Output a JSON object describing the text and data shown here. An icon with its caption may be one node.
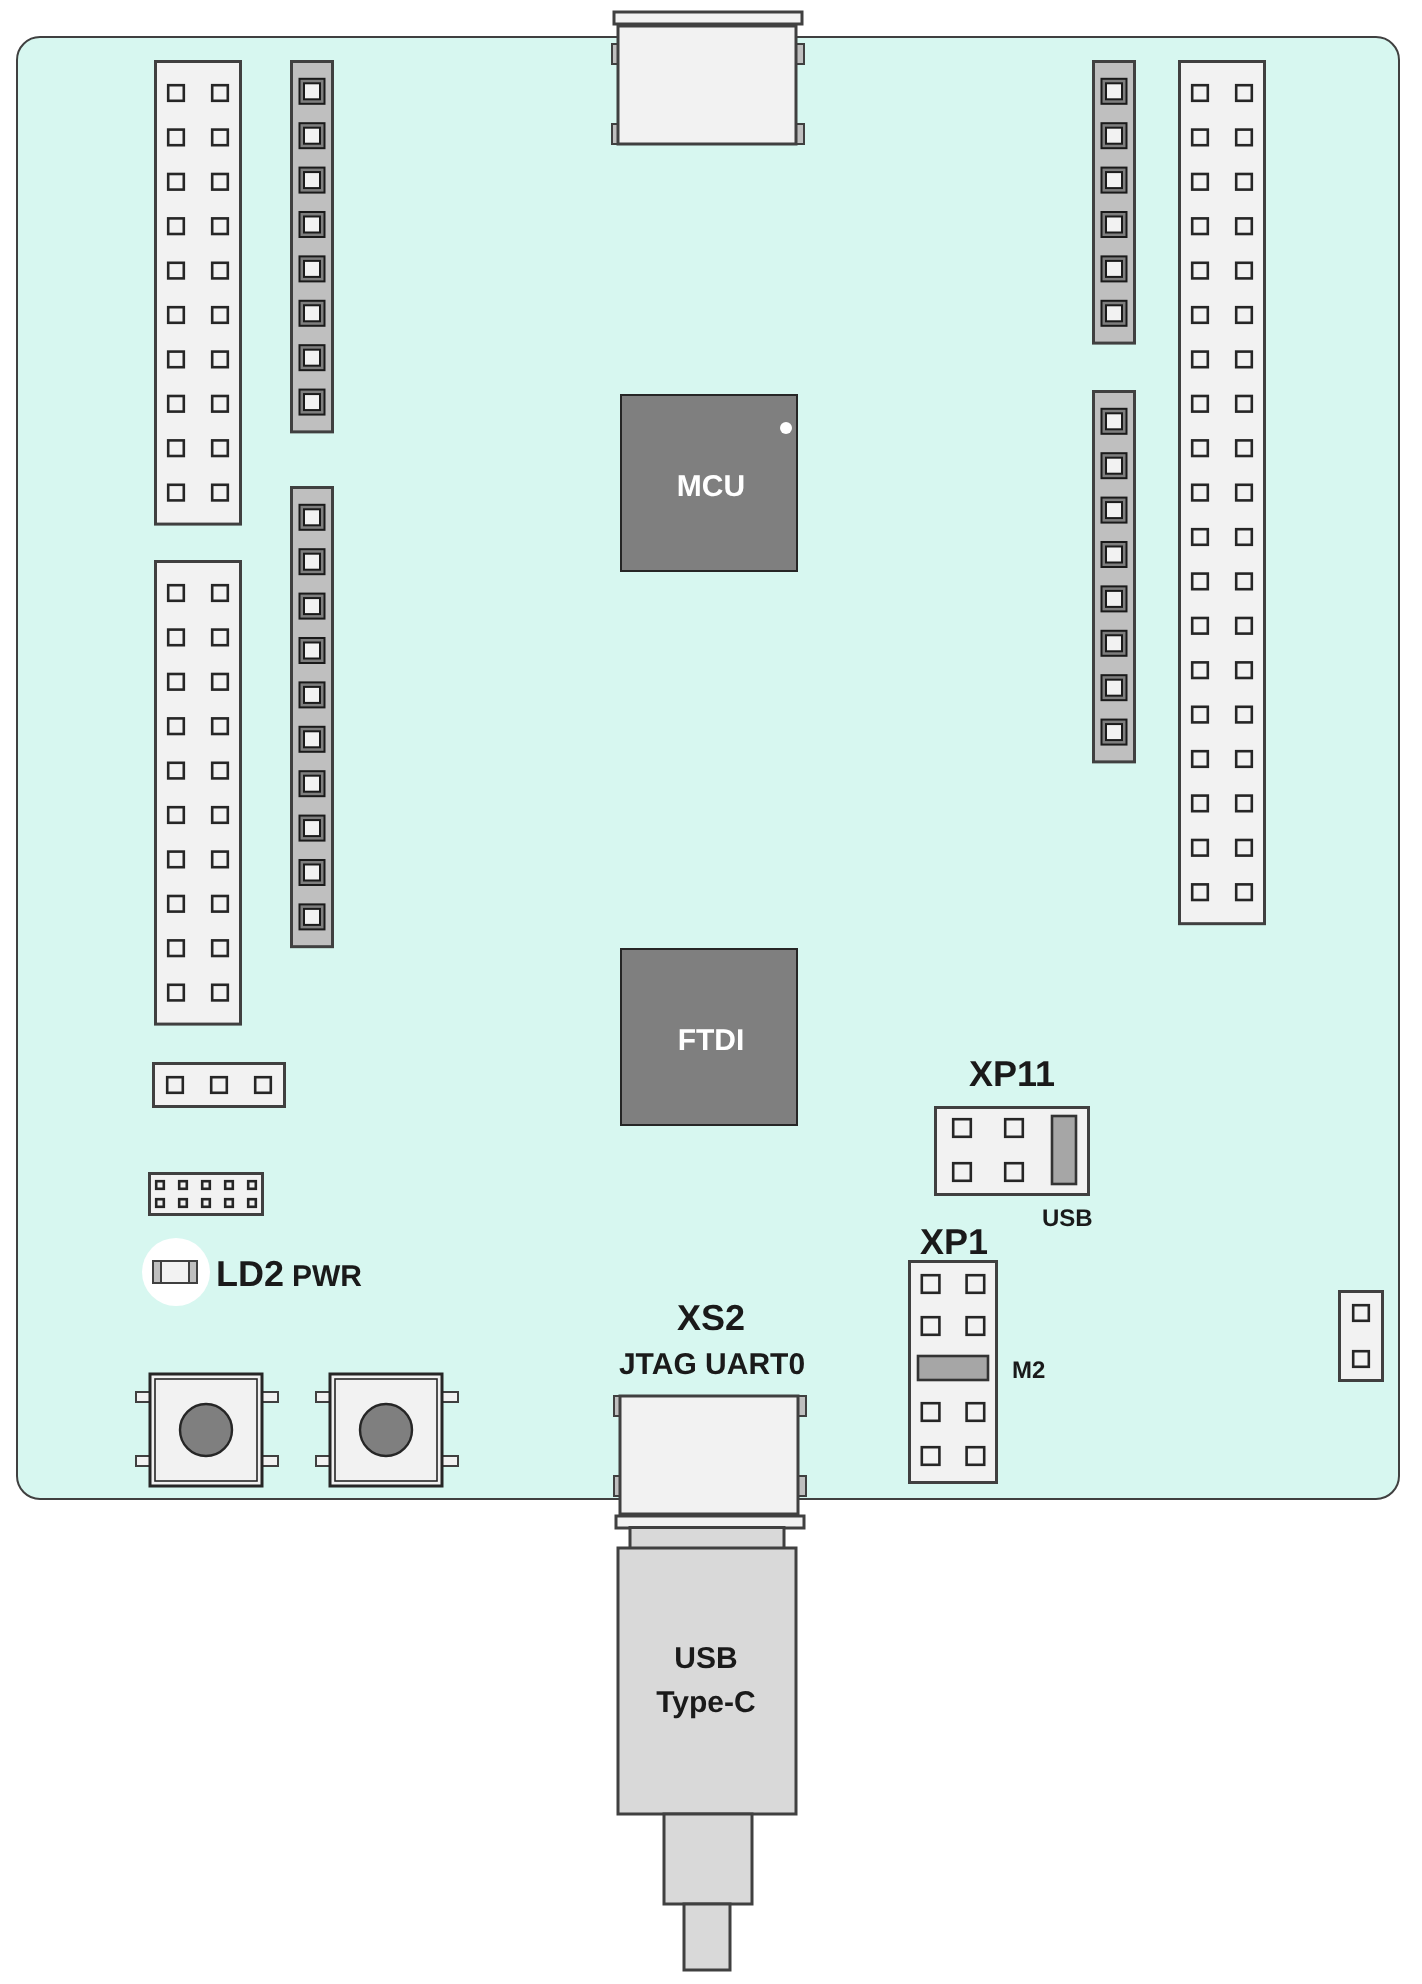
{
  "diagram": {
    "nodes": [
      {
        "text": [],
        "shape": "box"
      },
      {
        "text": [],
        "shape": "box"
      },
      {
        "text": [
          "MCU"
        ],
        "in": 0
      },
      {
        "text": [
          "FTDI"
        ],
        "in": 0
      },
      {
        "text": [
          "XP11"
        ],
        "beside": [
          "USB"
        ],
        "in": 0
      },
      {
        "text": [
          "XP1"
        ],
        "beside": [
          "M2"
        ],
        "in": 0
      },
      {
        "text": [
          "LD2"
        ],
        "beside": [
          "PWR"
        ],
        "in": 0
      },
      {
        "text": [
          "XS2",
          "JTAG UART0"
        ],
        "in": 0
      },
      {
        "text": [
          "USB Type-C"
        ]
      }
    ]
  }
}
